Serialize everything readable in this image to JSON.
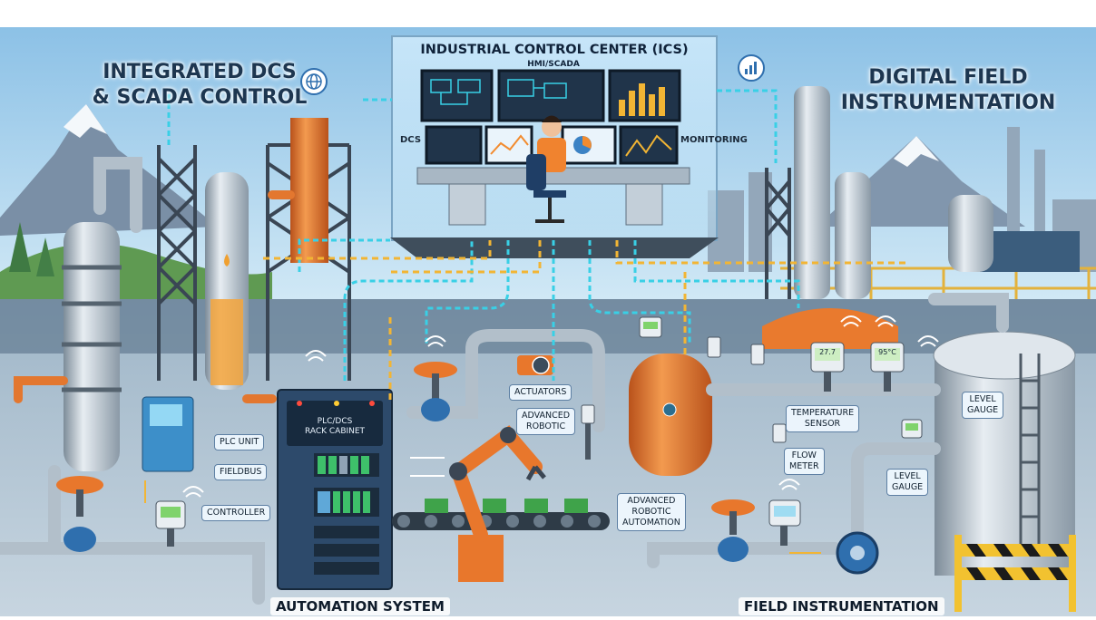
{
  "titles": {
    "left": [
      "INTEGRATED DCS",
      "& SCADA CONTROL"
    ],
    "right": [
      "DIGITAL FIELD",
      "INSTRUMENTATION"
    ],
    "center": "INDUSTRIAL CONTROL CENTER (ICS)",
    "center_sub": "HMI/SCADA"
  },
  "control_room": {
    "left_label": "DCS",
    "right_label": "MONITORING"
  },
  "cabinet": {
    "title": [
      "PLC/DCS",
      "RACK CABINET"
    ]
  },
  "callouts": {
    "plc_unit": "PLC UNIT",
    "fieldbus": "FIELDBUS",
    "controller": "CONTROLLER",
    "actuators": "ACTUATORS",
    "advanced_robotic": [
      "ADVANCED",
      "ROBOTIC"
    ],
    "advanced_robotic_automation": [
      "ADVANCED",
      "ROBOTIC",
      "AUTOMATION"
    ],
    "temperature_sensor": [
      "TEMPERATURE",
      "SENSOR"
    ],
    "flow_meter": [
      "FLOW",
      "METER"
    ],
    "level_gauge_small": [
      "LEVEL",
      "GAUGE"
    ],
    "level_gauge_tank": [
      "LEVEL",
      "GAUGE"
    ]
  },
  "gauge_readings": {
    "temp_a": "27.7",
    "temp_b": "95°C"
  },
  "footers": {
    "left": "AUTOMATION SYSTEM",
    "right": "FIELD INSTRUMENTATION"
  },
  "colors": {
    "sky": "#9fcbe8",
    "accent_orange": "#e8772c",
    "signal_cyan": "#39d0e6",
    "signal_yellow": "#f2b534",
    "pipe_steel": "#b7c3ce",
    "cabinet": "#2d4a6b"
  }
}
